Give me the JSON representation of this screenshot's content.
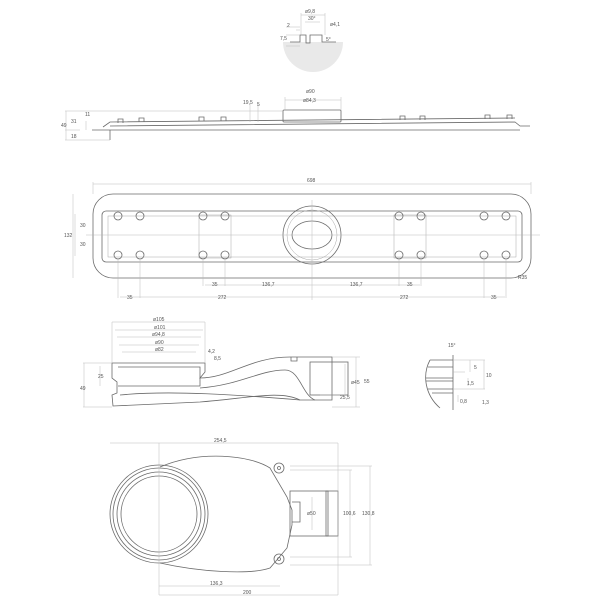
{
  "detail_top": {
    "d1": "ø9,8",
    "angle": "30°",
    "d2": "ø4,1",
    "h1": "2",
    "h2": "7,5",
    "angle2": "5°"
  },
  "side_view": {
    "d1": "ø90",
    "d2": "ø84,3",
    "h1": "19,5",
    "h2": "5",
    "h3": "11",
    "h4": "31",
    "h5": "49",
    "h6": "18"
  },
  "plan_view": {
    "length": "698",
    "width": "132",
    "off1": "30",
    "off2": "30",
    "radius": "R35",
    "dims_row1": [
      "35",
      "136,7",
      "136,7",
      "35"
    ],
    "dims_row2": [
      "35",
      "272",
      "272",
      "35"
    ]
  },
  "section_view": {
    "d105": "ø105",
    "d101": "ø101",
    "d94": "ø94,8",
    "d90": "ø90",
    "d82": "ø82",
    "h42": "4,2",
    "h85": "8,5",
    "h25": "25",
    "h49": "49",
    "d45": "ø45",
    "h55": "55",
    "h255": "25,5"
  },
  "detail_right": {
    "angle": "15°",
    "h5": "5",
    "h10": "10",
    "h15": "1,5",
    "h13": "1,3",
    "h08": "0,8"
  },
  "bottom_view": {
    "w2545": "254,5",
    "d50": "ø50",
    "h1006": "100,6",
    "h1308": "130,8",
    "w1363": "136,3",
    "w200": "200"
  }
}
